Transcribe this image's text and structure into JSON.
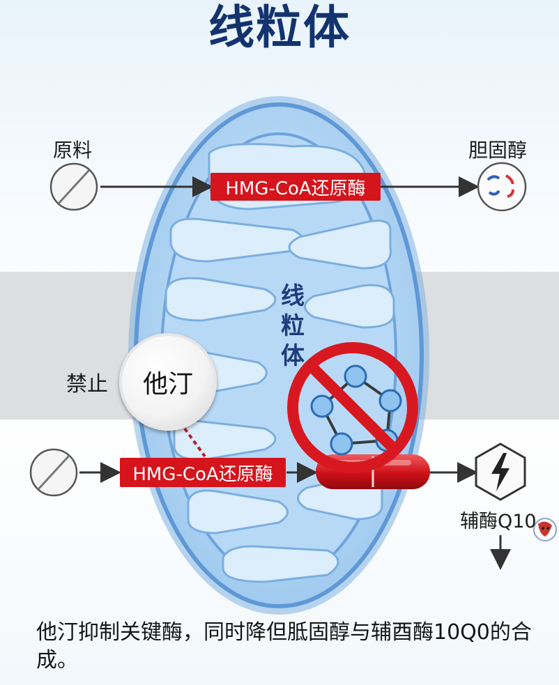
{
  "title": "线粒体",
  "center_label": "线粒体",
  "top_row": {
    "input_label": "原料",
    "enzyme": "HMG-CoA还原酶",
    "output_label": "胆固醇"
  },
  "bottom_row": {
    "inhibit_label": "禁止",
    "drug": "他汀",
    "enzyme": "HMG-CoA还原酶",
    "output_label": "辅酶Q10"
  },
  "caption": "他汀抑制关键酶，同时降但胝固醇与辅酉酶10Q0的合成。",
  "colors": {
    "title": "#13336e",
    "enzyme_box": "#d5141c",
    "mito_fill": "#9cc8ee",
    "mito_outline": "#5f98d6",
    "prohibit": "#d81820"
  }
}
